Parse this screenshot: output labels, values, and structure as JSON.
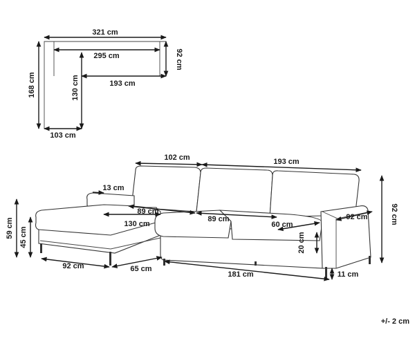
{
  "colors": {
    "line": "#1a1a1a",
    "outline": "#333333",
    "background": "#ffffff"
  },
  "top_view": {
    "overall_width": "321 cm",
    "inner_width": "295 cm",
    "depth": "92 cm",
    "overall_depth": "168 cm",
    "chaise_inner_depth": "130 cm",
    "seat_width": "193 cm",
    "chaise_width": "103 cm"
  },
  "side_view": {
    "chaise_back_width": "102 cm",
    "main_back_width": "193 cm",
    "armrest_width_left": "13 cm",
    "cushion_width_1": "89 cm",
    "cushion_width_2": "89 cm",
    "chaise_seat_depth": "130 cm",
    "seat_depth": "60 cm",
    "arm_depth": "92 cm",
    "total_height": "92 cm",
    "arm_height": "59 cm",
    "seat_height": "45 cm",
    "cushion_thickness": "20 cm",
    "chaise_depth": "92 cm",
    "leg_offset": "65 cm",
    "base_width": "181 cm",
    "leg_height": "11 cm"
  },
  "tolerance": "+/- 2 cm"
}
